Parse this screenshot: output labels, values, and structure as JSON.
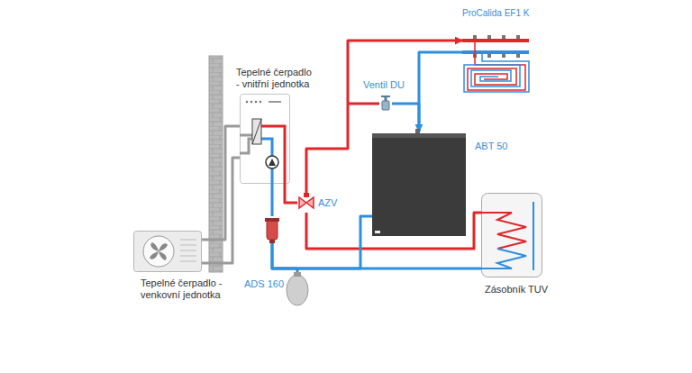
{
  "diagram": {
    "nodes": [
      {
        "text": [
          "Tepelné čerpadlo - vnitřní jednotka"
        ]
      },
      {
        "text": [
          "Tepelné čerpadlo - venkovní jednotka"
        ]
      },
      {
        "text": [
          "ProCalida EF1 K"
        ]
      },
      {
        "text": [
          "Ventil DU"
        ]
      },
      {
        "text": [
          "ABT 50"
        ]
      },
      {
        "text": [
          "AZV"
        ]
      },
      {
        "text": [
          "ADS 160"
        ]
      },
      {
        "text": [
          "Zásobník TUV"
        ]
      }
    ],
    "edges": [
      {
        "from": 1,
        "to": 0,
        "arrow": "none"
      },
      {
        "from": 1,
        "to": 0,
        "arrow": "none"
      },
      {
        "from": 0,
        "to": 5,
        "arrow": "none"
      },
      {
        "from": 5,
        "to": 2,
        "arrow": "to"
      },
      {
        "from": 5,
        "to": 7,
        "arrow": "none"
      },
      {
        "from": 2,
        "to": 4,
        "arrow": "to"
      },
      {
        "from": 3,
        "to": 4,
        "arrow": "none"
      },
      {
        "from": 4,
        "to": 6,
        "arrow": "none"
      },
      {
        "from": 7,
        "to": 6,
        "arrow": "none"
      },
      {
        "from": 6,
        "to": 0,
        "arrow": "none"
      }
    ]
  }
}
